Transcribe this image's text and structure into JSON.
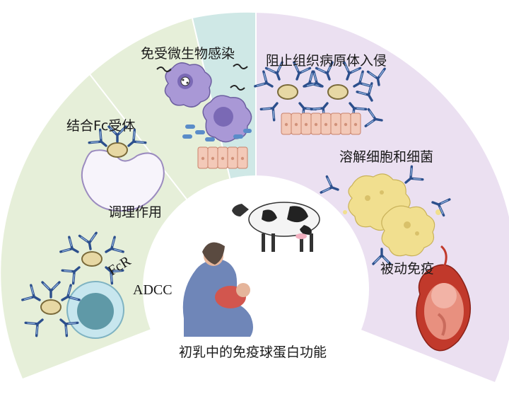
{
  "diagram": {
    "title": "初乳中的免疫球蛋白功能",
    "segments": {
      "fc_binding": {
        "label": "结合Fc受体",
        "sub_label": "调理作用",
        "fcr_label": "FcR",
        "adcc_label": "ADCC",
        "color": "#e6efd9"
      },
      "microbial_infection": {
        "label": "免受微生物感染",
        "color": "#cfe8e6"
      },
      "pathogen_invasion": {
        "label": "阻止组织病原体入侵",
        "color": "#ebe0f1"
      },
      "lysis": {
        "label": "溶解细胞和细菌"
      },
      "passive_immunity": {
        "label": "被动免疫"
      }
    },
    "center": {
      "cow_icon": "cow",
      "mother_icon": "breastfeeding-mother"
    }
  },
  "colors": {
    "antibody": "#2c4f8c",
    "pathogen_fill": "#e7d8a4",
    "pathogen_stroke": "#7a6a3a",
    "epithelium": "#f3c9b8",
    "macrophage": "#a998d6"
  }
}
